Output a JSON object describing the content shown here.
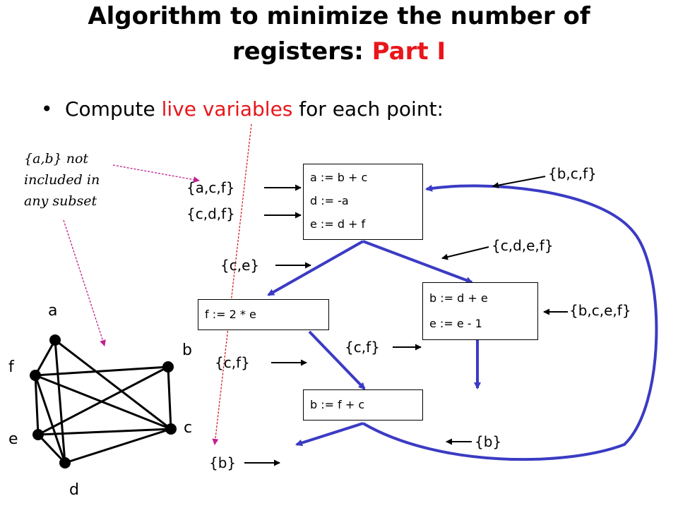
{
  "slide": {
    "title_line1": "Algorithm to minimize the number of",
    "title_line2_prefix": "registers: ",
    "title_line2_highlight": "Part I",
    "bullet_prefix": "Compute ",
    "bullet_highlight": "live variables",
    "bullet_suffix": " for each point:"
  },
  "note": {
    "line1": "{a,b} not",
    "line2": "included in",
    "line3": "any subset"
  },
  "blocks": {
    "block1": [
      "a := b + c",
      "d := -a",
      "e := d + f"
    ],
    "block2": [
      "f := 2 * e"
    ],
    "block3": [
      "b := d + e",
      "e := e - 1"
    ],
    "block4": [
      "b := f + c"
    ]
  },
  "live_sets": {
    "acf": "{a,c,f}",
    "cdf": "{c,d,f}",
    "bcf": "{b,c,f}",
    "cdef": "{c,d,e,f}",
    "ce": "{c,e}",
    "bcef": "{b,c,e,f}",
    "cf_left": "{c,f}",
    "cf_right": "{c,f}",
    "b_right": "{b}",
    "b_bottom": "{b}"
  },
  "graph": {
    "nodes": [
      "a",
      "b",
      "c",
      "d",
      "e",
      "f"
    ]
  },
  "colors": {
    "accent_red": "#e8161b",
    "flow_blue": "#3b3bc4",
    "pointer_magenta": "#c02090"
  }
}
